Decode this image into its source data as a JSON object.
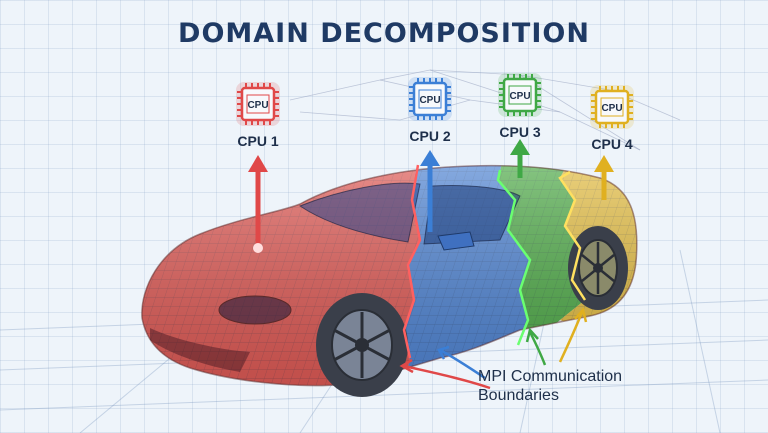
{
  "title": "DOMAIN DECOMPOSITION",
  "cpus": [
    {
      "label": "CPU 1",
      "chip_text": "CPU",
      "color": "#e04848"
    },
    {
      "label": "CPU 2",
      "chip_text": "CPU",
      "color": "#3b7fd6"
    },
    {
      "label": "CPU 3",
      "chip_text": "CPU",
      "color": "#3fa845"
    },
    {
      "label": "CPU 4",
      "chip_text": "CPU",
      "color": "#e0b020"
    }
  ],
  "mpi": {
    "line1": "MPI Communication",
    "line2": "Boundaries"
  },
  "colors": {
    "title": "#1f3a64",
    "domain_red": "#e45a55",
    "domain_blue": "#4f86d8",
    "domain_green": "#4fae48",
    "domain_yellow": "#e8c040",
    "background": "#eef4fa"
  }
}
